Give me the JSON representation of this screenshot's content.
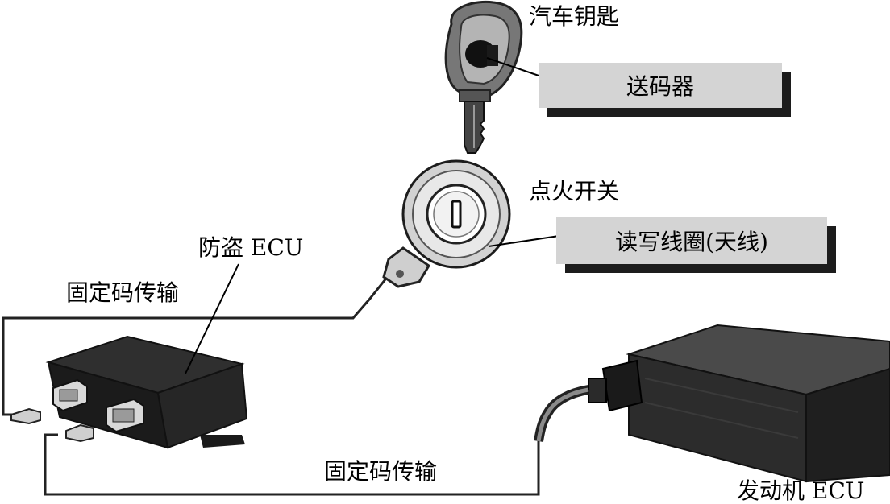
{
  "labels": {
    "car_key": "汽车钥匙",
    "transponder": "送码器",
    "ignition_switch": "点火开关",
    "reader_coil": "读写线圈(天线)",
    "immobilizer_ecu": "防盗 ECU",
    "fixed_code_upper": "固定码传输",
    "fixed_code_lower": "固定码传输",
    "engine_ecu": "发动机 ECU"
  },
  "colors": {
    "callout_box": "#d4d4d4",
    "callout_shadow": "#1c1c1c",
    "wire": "#222222",
    "device_dark": "#1e1e1e",
    "metal_light": "#dedede"
  }
}
